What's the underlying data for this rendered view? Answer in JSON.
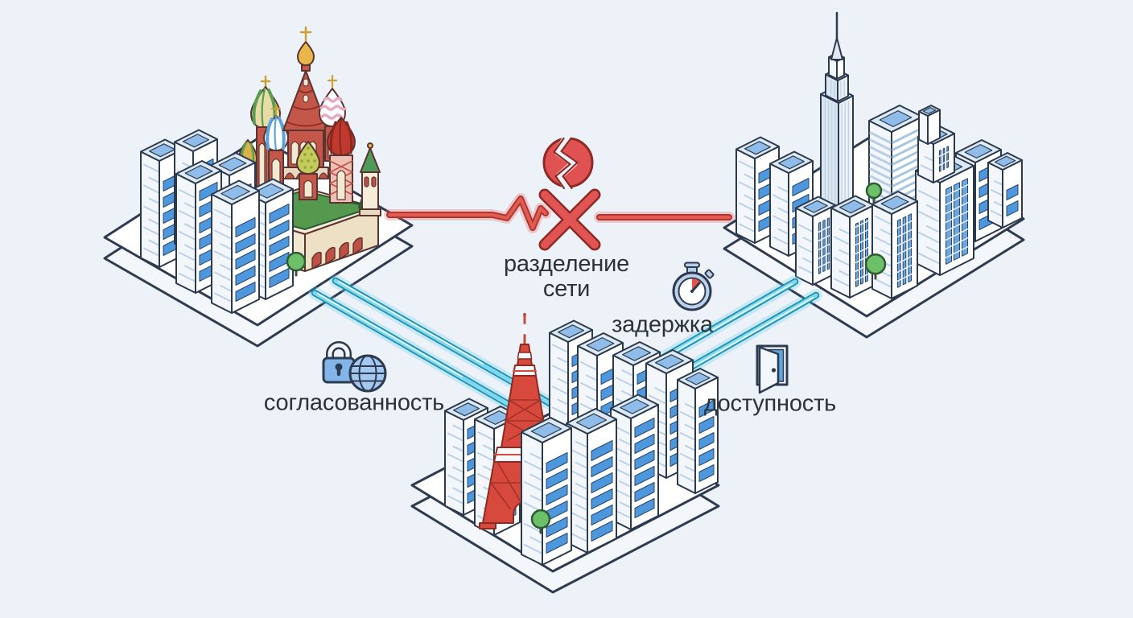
{
  "scene": {
    "background_color": "#edf2f8",
    "text_color": "#2d3239",
    "labels": {
      "partition_line1": "разделение",
      "partition_line2": "сети",
      "latency": "задержка",
      "consistency": "согласованность",
      "availability": "доступность"
    },
    "colors": {
      "partition_link": "#e05252",
      "healthy_link": "#4fc7e3"
    },
    "clusters": [
      {
        "id": "moscow",
        "landmark": "st-basils-cathedral",
        "position": "top-left"
      },
      {
        "id": "new-york",
        "landmark": "empire-state-building",
        "position": "top-right"
      },
      {
        "id": "tokyo",
        "landmark": "tokyo-tower",
        "position": "bottom-center"
      }
    ],
    "links": [
      {
        "from": "moscow",
        "to": "new-york",
        "status": "broken",
        "icons": [
          "broken-link-icon",
          "x-mark-icon"
        ]
      },
      {
        "from": "moscow",
        "to": "tokyo",
        "status": "active"
      },
      {
        "from": "new-york",
        "to": "tokyo",
        "status": "active"
      }
    ],
    "icons": {
      "latency": "stopwatch-icon",
      "consistency": "lock-globe-icon",
      "availability": "open-door-icon"
    }
  }
}
